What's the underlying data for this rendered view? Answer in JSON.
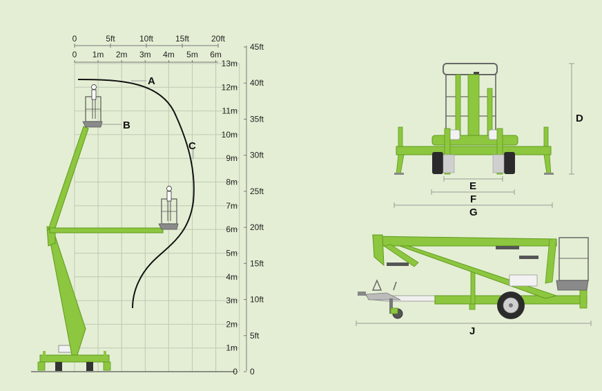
{
  "colors": {
    "background": "#e4eed4",
    "machine_green": "#8dc63f",
    "machine_dark_green": "#5e9a1d",
    "grid": "#bfc9b3",
    "outline": "#333333",
    "tyre": "#2b2b2b",
    "hub": "#cfcfcf"
  },
  "top_scale_ft": [
    "0",
    "5ft",
    "10ft",
    "15ft",
    "20ft"
  ],
  "top_scale_m": [
    "0",
    "1m",
    "2m",
    "3m",
    "4m",
    "5m",
    "6m"
  ],
  "right_scale_m": [
    "0",
    "1m",
    "2m",
    "3m",
    "4m",
    "5m",
    "6m",
    "7m",
    "8m",
    "9m",
    "10m",
    "11m",
    "12m",
    "13m"
  ],
  "right_scale_ft": [
    "0",
    "5ft",
    "10ft",
    "15ft",
    "20ft",
    "25ft",
    "30ft",
    "35ft",
    "40ft",
    "45ft"
  ],
  "dimension_labels": {
    "A": "A",
    "B": "B",
    "C": "C",
    "D": "D",
    "E": "E",
    "F": "F",
    "G": "G",
    "J": "J"
  }
}
